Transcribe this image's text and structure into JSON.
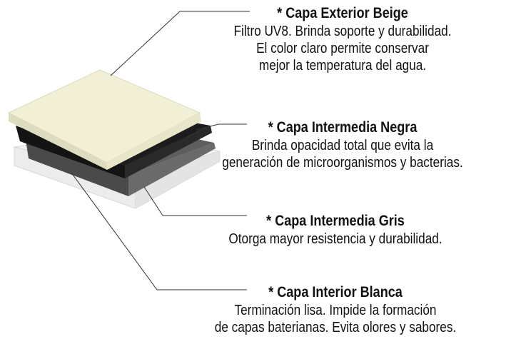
{
  "layers": [
    {
      "title": "* Capa Exterior Beige",
      "description": [
        "Filtro UV8. Brinda soporte y durabilidad.",
        "El color claro permite conservar",
        "mejor la temperatura del agua."
      ]
    },
    {
      "title": "* Capa Intermedia Negra",
      "description": [
        "Brinda opacidad total que evita la",
        "generación de microorganismos y bacterias."
      ]
    },
    {
      "title": "* Capa Intermedia Gris",
      "description": [
        "Otorga mayor resistencia y durabilidad."
      ]
    },
    {
      "title": "* Capa Interior Blanca",
      "description": [
        "Terminación lisa. Impide la formación",
        "de capas baterianas. Evita olores y sabores."
      ]
    }
  ],
  "colors": {
    "beige": "#f1f0d6",
    "beige_edge": "#d9d7b8",
    "black": "#1c1c1c",
    "gray": "#585858",
    "white": "#f5f5f5",
    "leader_line": "#333333"
  }
}
